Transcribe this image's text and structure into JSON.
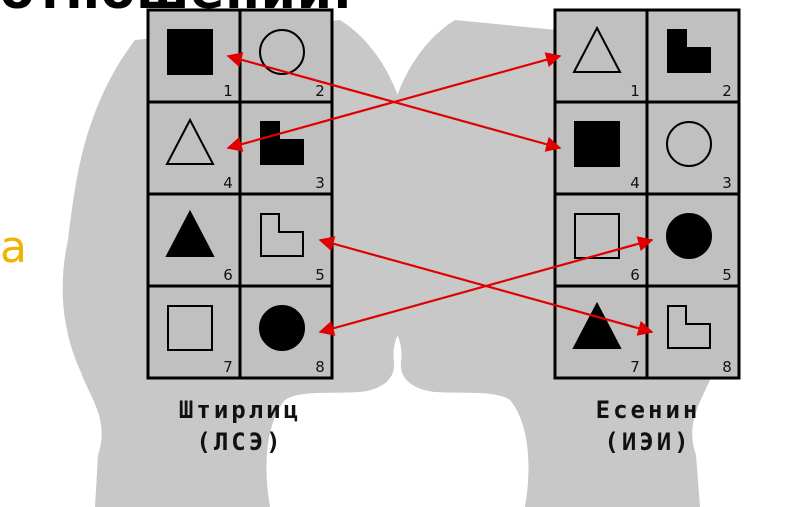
{
  "title_fragment": "отношений.",
  "side_fragment": "а",
  "left_person": {
    "name": "Штирлиц",
    "type": "(ЛСЭ)",
    "cells": [
      {
        "num": "1",
        "shape": "filled-square"
      },
      {
        "num": "2",
        "shape": "outline-circle"
      },
      {
        "num": "4",
        "shape": "outline-triangle"
      },
      {
        "num": "3",
        "shape": "filled-l-shape"
      },
      {
        "num": "6",
        "shape": "filled-triangle"
      },
      {
        "num": "5",
        "shape": "outline-l-shape"
      },
      {
        "num": "7",
        "shape": "outline-square"
      },
      {
        "num": "8",
        "shape": "filled-circle"
      }
    ]
  },
  "right_person": {
    "name": "Есенин",
    "type": "(ИЭИ)",
    "cells": [
      {
        "num": "1",
        "shape": "outline-triangle"
      },
      {
        "num": "2",
        "shape": "filled-l-shape"
      },
      {
        "num": "4",
        "shape": "filled-square"
      },
      {
        "num": "3",
        "shape": "outline-circle"
      },
      {
        "num": "6",
        "shape": "outline-square"
      },
      {
        "num": "5",
        "shape": "filled-circle"
      },
      {
        "num": "7",
        "shape": "filled-triangle"
      },
      {
        "num": "8",
        "shape": "outline-l-shape"
      }
    ]
  },
  "connections": [
    {
      "from": "left-1",
      "to": "right-4"
    },
    {
      "from": "left-4",
      "to": "right-1"
    },
    {
      "from": "left-5",
      "to": "right-8"
    },
    {
      "from": "left-8",
      "to": "right-5"
    }
  ],
  "colors": {
    "head_silhouette": "#c8c8c8",
    "grid_fill": "#c0c0c0",
    "grid_lines": "#000000",
    "arrow": "#e00000",
    "side_fragment": "#f0b400"
  }
}
